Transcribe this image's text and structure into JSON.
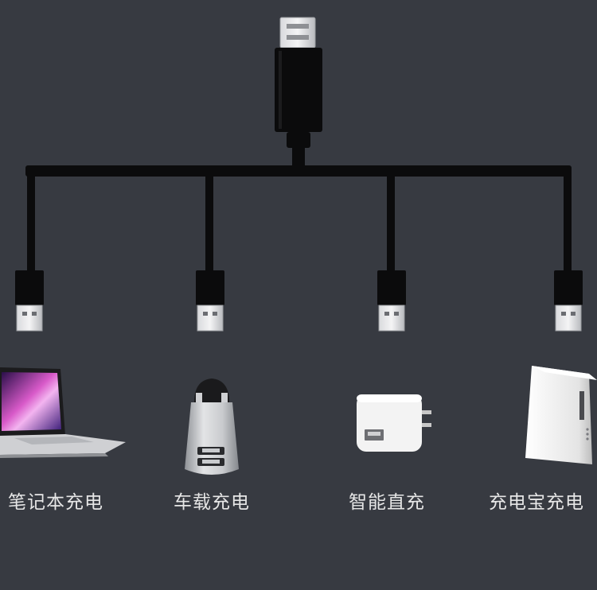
{
  "colors": {
    "background": "#373a41",
    "cable": "#0b0b0c",
    "label_text": "#e6e6e6"
  },
  "devices": [
    {
      "label": "笔记本充电",
      "icon": "laptop-icon"
    },
    {
      "label": "车载充电",
      "icon": "car-charger-icon"
    },
    {
      "label": "智能直充",
      "icon": "wall-adapter-icon"
    },
    {
      "label": "充电宝充电",
      "icon": "power-bank-icon"
    }
  ]
}
